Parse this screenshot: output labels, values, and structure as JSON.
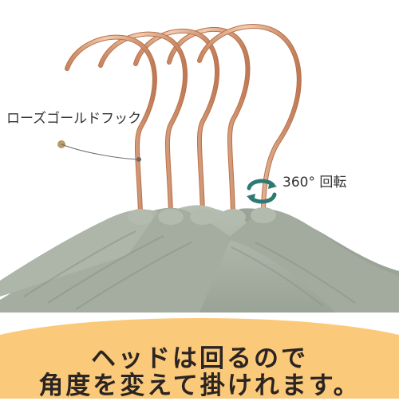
{
  "callout": {
    "label": "ローズゴールドフック"
  },
  "rotation": {
    "label": "360° 回転"
  },
  "banner": {
    "line1": "ヘッドは回るので",
    "line2": "角度を変えて掛けれます。"
  },
  "colors": {
    "background": "#ffffff",
    "hook_gold": "#d89a72",
    "hook_highlight": "#f6d2b8",
    "hanger_body": "#a9b3a6",
    "hanger_shadow": "#8f998c",
    "banner": "#fbc97a",
    "callout_dot": "#b79a67"
  },
  "icons": {
    "rotate": "rotate-arrows-icon"
  }
}
